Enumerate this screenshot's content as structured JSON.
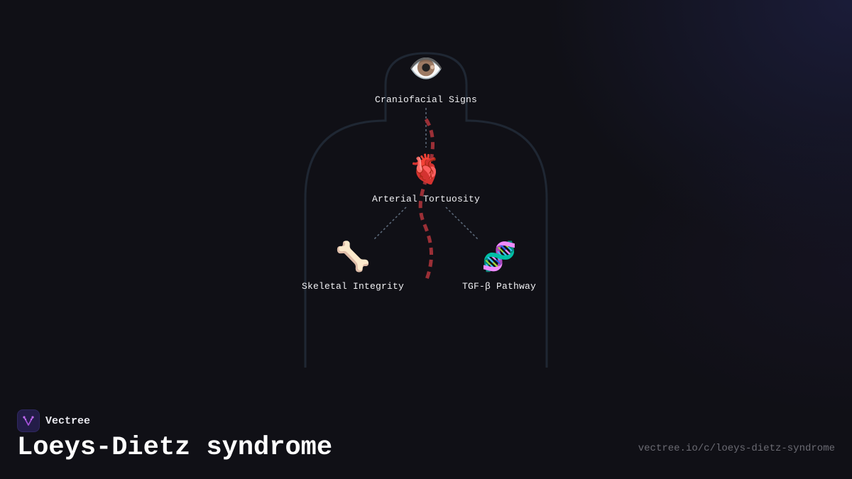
{
  "brand": {
    "name": "Vectree",
    "logo_icon": "vectree-fork-icon",
    "logo_bg": "#231d48",
    "logo_accent": "#a34fd8"
  },
  "page": {
    "title": "Loeys-Dietz syndrome",
    "url": "vectree.io/c/loeys-dietz-syndrome"
  },
  "diagram": {
    "outline_color": "#1f2733",
    "artery_color": "#9b2f36",
    "connector_color": "#5d6b7c",
    "nodes": [
      {
        "id": "craniofacial",
        "icon": "eye-icon",
        "glyph": "👁️",
        "label": "Craniofacial Signs"
      },
      {
        "id": "arterial",
        "icon": "anatomical-heart-icon",
        "glyph": "🫀",
        "label": "Arterial Tortuosity"
      },
      {
        "id": "skeletal",
        "icon": "bone-icon",
        "glyph": "🦴",
        "label": "Skeletal Integrity"
      },
      {
        "id": "tgf",
        "icon": "dna-icon",
        "glyph": "🧬",
        "label": "TGF-β Pathway"
      }
    ]
  }
}
